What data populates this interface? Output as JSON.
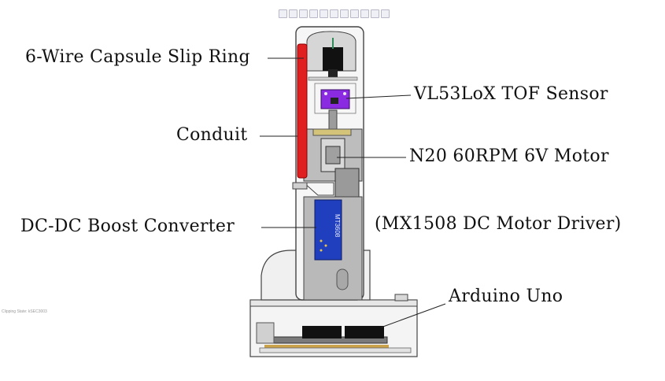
{
  "labels": {
    "slip_ring": "6-Wire Capsule Slip Ring",
    "tof": "VL53LoX TOF Sensor",
    "conduit": "Conduit",
    "motor": "N20 60RPM 6V Motor",
    "boost": "DC-DC Boost Converter",
    "driver": "(MX1508 DC Motor Driver)",
    "arduino": "Arduino Uno"
  },
  "board_marking": "MT3608",
  "viewer": {
    "clipping_state": "Clipping State: kSEC3003",
    "toolbar_count": 11
  },
  "colors": {
    "conduit": "#e02020",
    "sensor": "#8a2be2",
    "boost_board": "#1f3fbf",
    "body_gray": "#b9b9b9",
    "outline": "#333333"
  }
}
